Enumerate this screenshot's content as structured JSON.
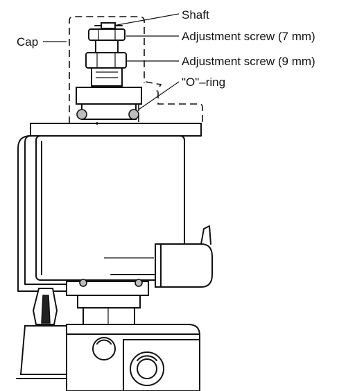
{
  "labels": {
    "shaft": "Shaft",
    "adjust_7mm": "Adjustment screw (7 mm)",
    "adjust_9mm": "Adjustment screw (9 mm)",
    "o_ring": "\"O\"–ring",
    "cap": "Cap"
  }
}
